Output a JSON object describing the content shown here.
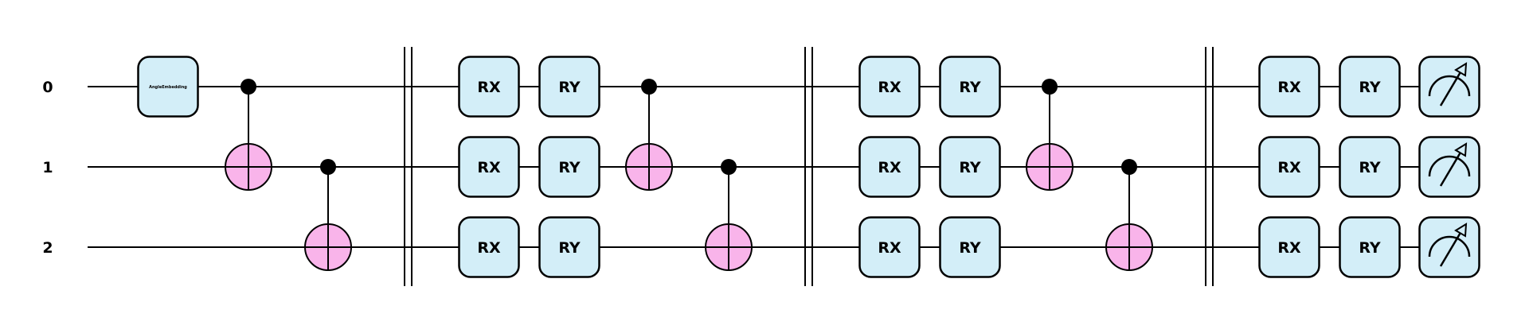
{
  "wires": [
    "0",
    "1",
    "2"
  ],
  "colors": {
    "gate_fill": "#d3eef8",
    "target_fill": "#f9b4ea",
    "stroke": "#000000"
  },
  "embedding": {
    "label": "AngleEmbedding",
    "wire": 0
  },
  "entangle_before_layers": [
    {
      "control": 0,
      "target": 1
    },
    {
      "control": 1,
      "target": 2
    }
  ],
  "layers": [
    {
      "rotations": [
        "RX",
        "RY"
      ],
      "entangle": [
        {
          "control": 0,
          "target": 1
        },
        {
          "control": 1,
          "target": 2
        }
      ]
    },
    {
      "rotations": [
        "RX",
        "RY"
      ],
      "entangle": [
        {
          "control": 0,
          "target": 1
        },
        {
          "control": 1,
          "target": 2
        }
      ]
    },
    {
      "rotations": [
        "RX",
        "RY"
      ],
      "entangle": []
    }
  ],
  "measurement": {
    "icon": "measure-meter-icon",
    "wires": [
      0,
      1,
      2
    ]
  }
}
